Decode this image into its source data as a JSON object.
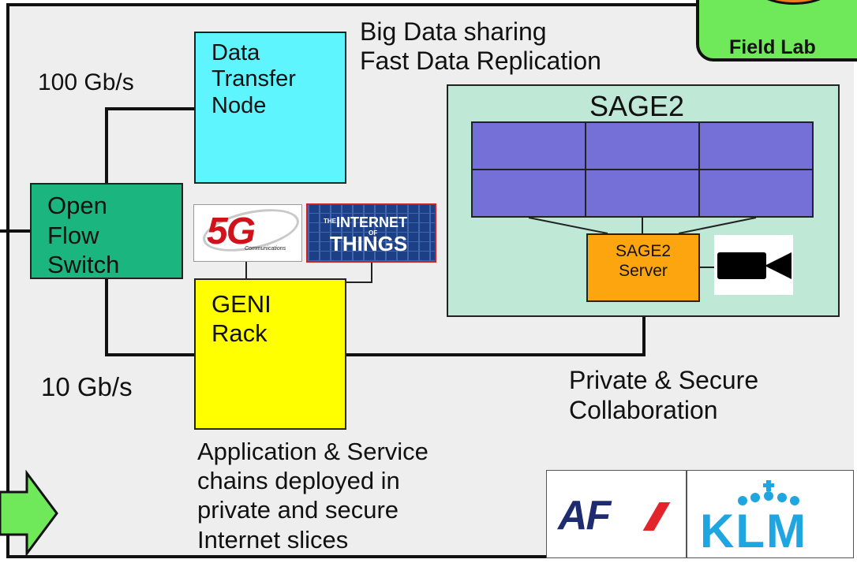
{
  "field_lab": {
    "label": "Field Lab"
  },
  "bandwidth": {
    "high": "100 Gb/s",
    "low": "10 Gb/s"
  },
  "dtn": {
    "label": "Data\nTransfer\nNode"
  },
  "big_data": {
    "label": "Big Data sharing\nFast Data Replication"
  },
  "switch": {
    "label": "Open\nFlow\nSwitch"
  },
  "fiveg": {
    "big": "5G",
    "small": "Communications"
  },
  "iot": {
    "line1": "THE",
    "line2": "INTERNET",
    "line3": "OF",
    "line4": "THINGS"
  },
  "geni": {
    "label": "GENI\nRack"
  },
  "sage2": {
    "title": "SAGE2",
    "server": "SAGE2\nServer"
  },
  "collab": {
    "label": "Private & Secure\nCollaboration"
  },
  "apps": {
    "label": "Application & Service\nchains deployed in\nprivate and secure\nInternet slices"
  },
  "logos": {
    "af": "AF",
    "klm": "KLM"
  },
  "colors": {
    "dtn": "#5ff5ff",
    "switch": "#1bb57f",
    "geni": "#ffff00",
    "sage2_bg": "#bfe8d6",
    "tiles": "#7570d8",
    "server": "#fda50f",
    "field_lab": "#6fe85a",
    "arrow": "#6fe85a",
    "af_blue": "#1e2b6e",
    "af_red": "#e3242b",
    "klm_blue": "#1fa6e0"
  }
}
